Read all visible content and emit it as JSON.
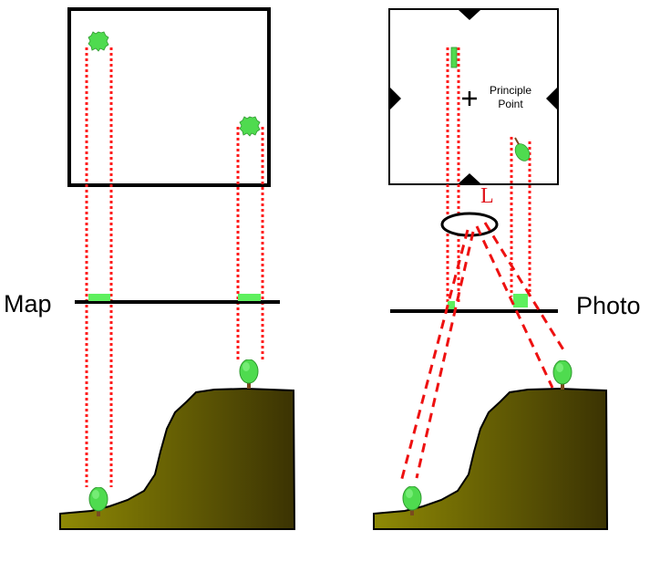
{
  "labels": {
    "map": "Map",
    "photo": "Photo",
    "principle_point_line1": "Principle",
    "principle_point_line2": "Point",
    "lens": "L"
  },
  "colors": {
    "projection_line": "#ff1a1a",
    "lens_ray": "#ee1111",
    "tree_foliage": "#4fdb4f",
    "tree_trunk": "#7a4a1e",
    "terrain_light": "#8f8a05",
    "terrain_dark": "#3b3303",
    "image_point": "#5ef05e"
  },
  "icons": {
    "tree": "tree-icon",
    "fiducial": "fiducial-mark-icon",
    "principal_point": "plus-icon"
  }
}
